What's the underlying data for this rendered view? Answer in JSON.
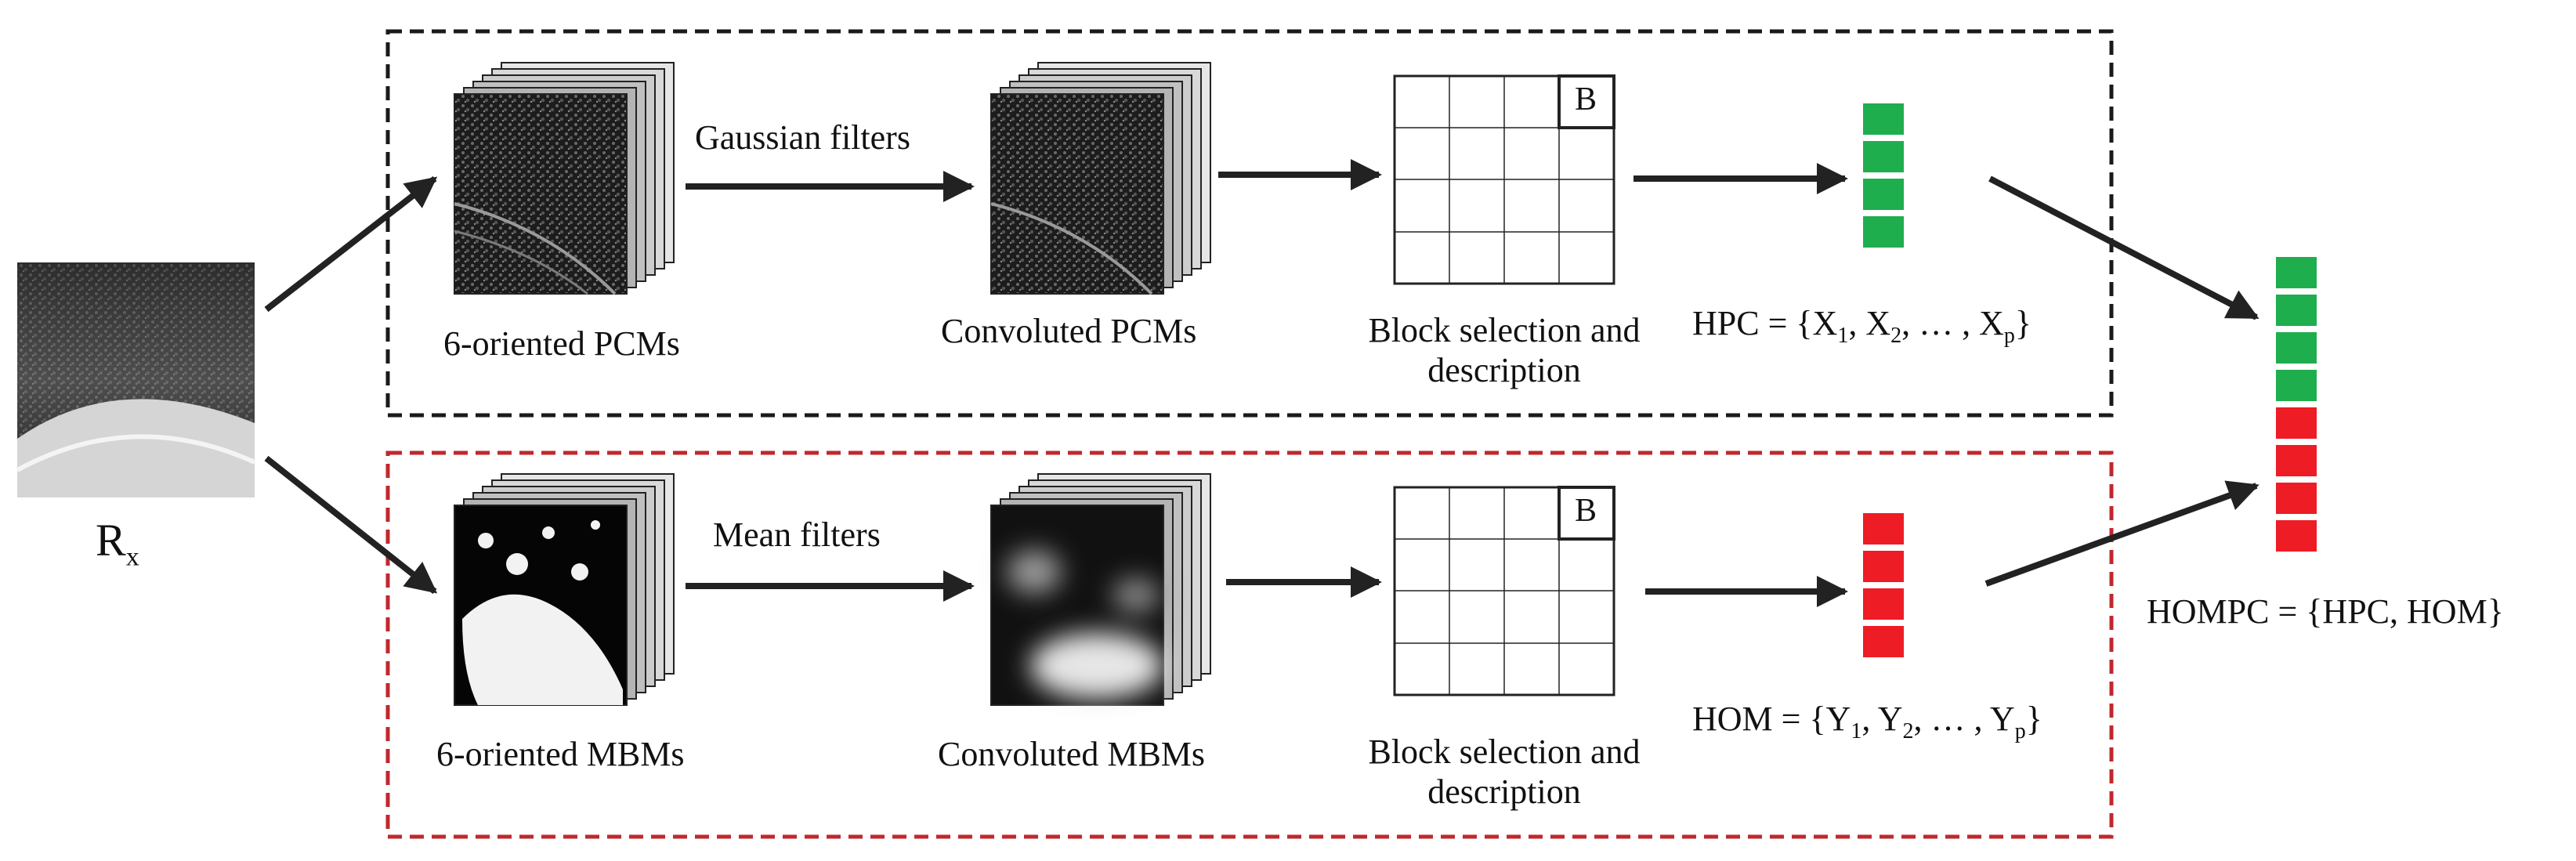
{
  "colors": {
    "top_frame": "#1a1a1a",
    "bottom_frame": "#c0282d",
    "feature_green": "#1fae4e",
    "feature_red": "#ee1c25",
    "arrow": "#222222"
  },
  "input": {
    "label_main": "R",
    "label_sub": "x"
  },
  "top_row": {
    "filter_label": "Gaussian filters",
    "stack1_caption": "6-oriented PCMs",
    "stack2_caption": "Convoluted PCMs",
    "grid_caption_line1": "Block selection and",
    "grid_caption_line2": "description",
    "block_label": "B",
    "formula": {
      "prefix": "HPC = {X",
      "s1": "1",
      "mid1": ", X",
      "s2": "2",
      "mid2": ", … , X",
      "s3": "p",
      "suffix": "}"
    }
  },
  "bottom_row": {
    "filter_label": "Mean filters",
    "stack1_caption": "6-oriented MBMs",
    "stack2_caption": "Convoluted MBMs",
    "grid_caption_line1": "Block selection and",
    "grid_caption_line2": "description",
    "block_label": "B",
    "formula": {
      "prefix": "HOM = {Y",
      "s1": "1",
      "mid1": ", Y",
      "s2": "2",
      "mid2": ", … , Y",
      "s3": "p",
      "suffix": "}"
    }
  },
  "output": {
    "label": "HOMPC = {HPC, HOM}"
  }
}
